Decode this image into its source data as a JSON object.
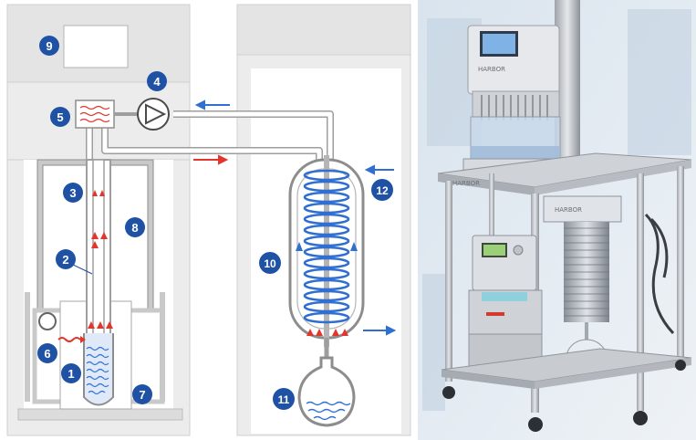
{
  "diagram": {
    "colors": {
      "badge": "#1f52a5",
      "flow_arrow_blue": "#2e6fd1",
      "flow_arrow_red": "#e2362c",
      "coil": "#2e6fd1",
      "frame_gray": "#d9d9d9",
      "panel_bg": "#ececec"
    },
    "badges": [
      {
        "number": "1",
        "part": "sample-vessel"
      },
      {
        "number": "2",
        "part": "inner-tube"
      },
      {
        "number": "3",
        "part": "outer-tube"
      },
      {
        "number": "4",
        "part": "pump"
      },
      {
        "number": "5",
        "part": "heater"
      },
      {
        "number": "6",
        "part": "level-sensor"
      },
      {
        "number": "7",
        "part": "bath-base"
      },
      {
        "number": "8",
        "part": "frame-rod"
      },
      {
        "number": "9",
        "part": "control-display"
      },
      {
        "number": "10",
        "part": "condenser"
      },
      {
        "number": "11",
        "part": "receiving-flask"
      },
      {
        "number": "12",
        "part": "coolant-inlet"
      }
    ]
  },
  "photo": {
    "brand_top": "HARBOR",
    "brand_mid": "HARBOR",
    "brand_cart": "HARBOR"
  }
}
